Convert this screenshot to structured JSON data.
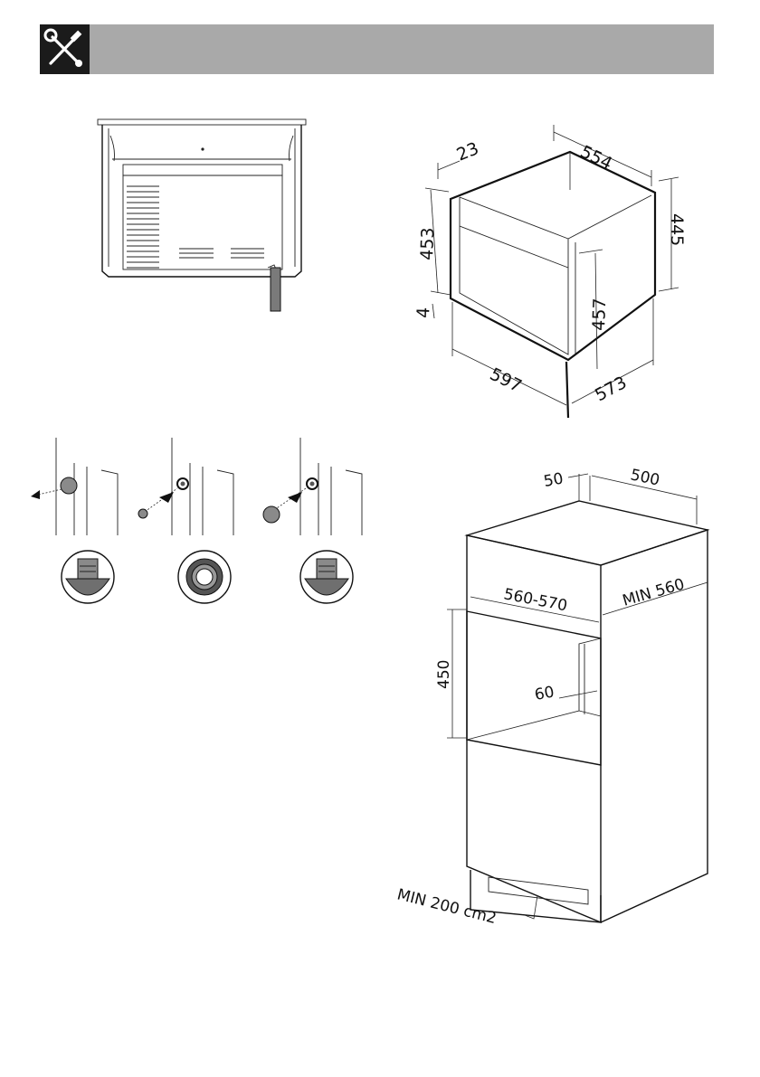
{
  "header": {
    "icon": "wrench-screwdriver-icon",
    "accent_color": "#a9a9a9",
    "icon_bg": "#1b1b1b"
  },
  "oven_dimensions": {
    "width": "554",
    "front_thickness": "23",
    "height_right": "445",
    "height_left": "453",
    "bottom_gap": "4",
    "inner_height": "457",
    "front_width": "597",
    "depth": "573"
  },
  "cabinet_dimensions": {
    "top_gap": "50",
    "top_depth": "500",
    "side_depth": "MIN 560",
    "opening_width": "560-570",
    "opening_height": "450",
    "rear_gap": "60",
    "ventilation": "MIN 200 cm2"
  }
}
